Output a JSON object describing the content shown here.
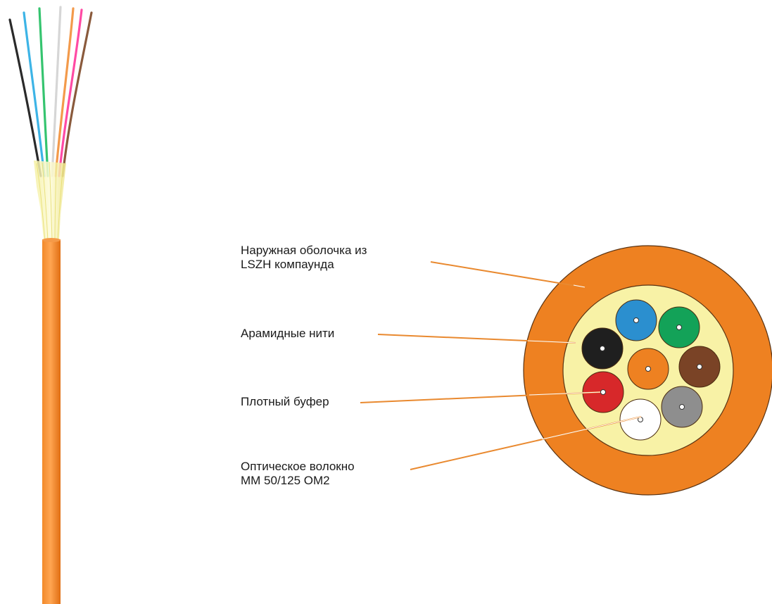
{
  "labels": {
    "outer_jacket": "Наружная оболочка из\nLSZH компаунда",
    "aramid_yarn": "Арамидные нити",
    "tight_buffer": "Плотный буфер",
    "optical_fiber": "Оптическое волокно\nMM 50/125 OM2"
  },
  "colors": {
    "jacket": "#ee8121",
    "aramid": "#f8f2a6",
    "leader_line": "#e9892f",
    "fibers": [
      "#2b8fcf",
      "#13a258",
      "#1f1f1f",
      "#ee8121",
      "#7a4326",
      "#d7282a",
      "#8e8e8e",
      "#ffffff"
    ],
    "strand_colors": [
      "#2a2a2a",
      "#3db4e6",
      "#35c46f",
      "#d6d6d6",
      "#f39a4b",
      "#ff4aa4",
      "#8a5a3c"
    ]
  }
}
